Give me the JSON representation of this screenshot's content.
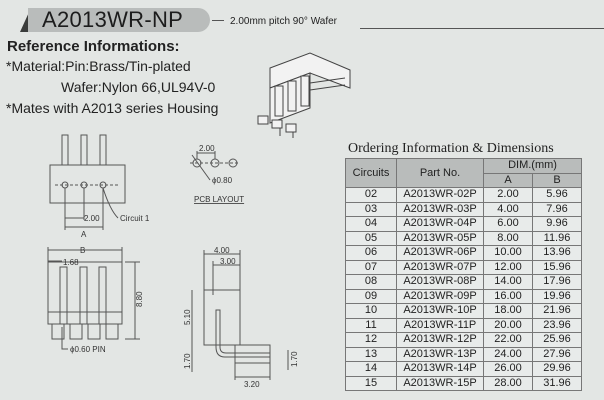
{
  "header": {
    "title": "A2013WR-NP",
    "subtitle": "2.00mm pitch 90°  Wafer"
  },
  "reference": {
    "title": "Reference Informations:",
    "material_pin": "*Material:Pin:Brass/Tin-plated",
    "material_wafer": "Wafer:Nylon 66,UL94V-0",
    "mates": "*Mates with A2013 series Housing"
  },
  "drawings": {
    "front": {
      "pitch": "2.00",
      "dim_a": "A",
      "circuit": "Circuit 1"
    },
    "pcb": {
      "pitch": "2.00",
      "hole": "ϕ0.80",
      "label": "PCB LAYOUT"
    },
    "top": {
      "dim_b": "B",
      "offset": "1.68",
      "height": "8.80",
      "pin": "ϕ0.60 PIN"
    },
    "side": {
      "w1": "4.00",
      "w2": "3.00",
      "h1": "5.10",
      "h2": "1.70",
      "h3": "1.70",
      "foot": "3.20"
    }
  },
  "table": {
    "title": "Ordering Information & Dimensions",
    "headers": {
      "circuits": "Circuits",
      "part": "Part No.",
      "dim": "DIM.(mm)",
      "a": "A",
      "b": "B"
    },
    "rows": [
      [
        "02",
        "A2013WR-02P",
        "2.00",
        "5.96"
      ],
      [
        "03",
        "A2013WR-03P",
        "4.00",
        "7.96"
      ],
      [
        "04",
        "A2013WR-04P",
        "6.00",
        "9.96"
      ],
      [
        "05",
        "A2013WR-05P",
        "8.00",
        "11.96"
      ],
      [
        "06",
        "A2013WR-06P",
        "10.00",
        "13.96"
      ],
      [
        "07",
        "A2013WR-07P",
        "12.00",
        "15.96"
      ],
      [
        "08",
        "A2013WR-08P",
        "14.00",
        "17.96"
      ],
      [
        "09",
        "A2013WR-09P",
        "16.00",
        "19.96"
      ],
      [
        "10",
        "A2013WR-10P",
        "18.00",
        "21.96"
      ],
      [
        "11",
        "A2013WR-11P",
        "20.00",
        "23.96"
      ],
      [
        "12",
        "A2013WR-12P",
        "22.00",
        "25.96"
      ],
      [
        "13",
        "A2013WR-13P",
        "24.00",
        "27.96"
      ],
      [
        "14",
        "A2013WR-14P",
        "26.00",
        "29.96"
      ],
      [
        "15",
        "A2013WR-15P",
        "28.00",
        "31.96"
      ]
    ]
  }
}
